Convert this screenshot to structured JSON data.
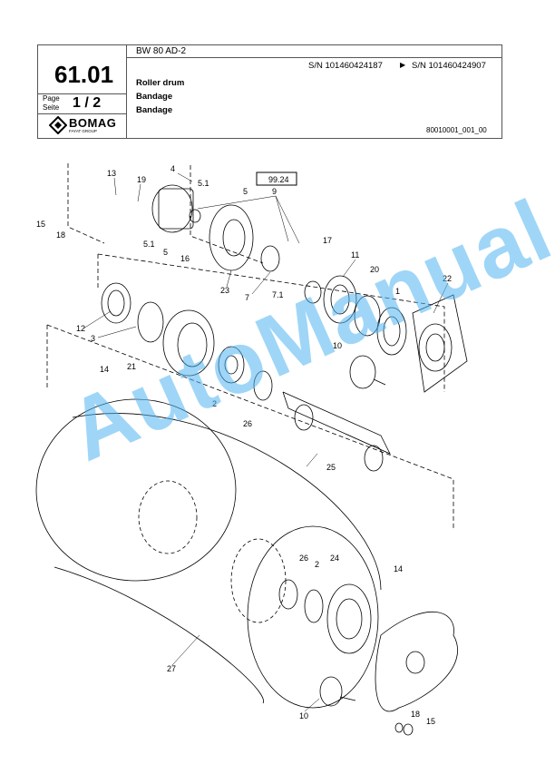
{
  "header": {
    "model": "BW 80 AD-2",
    "section_number": "61.01",
    "page_label_en": "Page",
    "page_label_de": "Seite",
    "page_value": "1  /  2",
    "serial_from": "S/N 101460424187",
    "serial_arrow": "▶",
    "serial_to": "S/N 101460424907",
    "title_en": "Roller drum",
    "title_de": "Bandage",
    "title_fr": "Bandage",
    "drawing_code": "80010001_001_00",
    "logo_text": "BOMAG",
    "logo_subtext": "FAYAT GROUP"
  },
  "drawing": {
    "reference_box": "99.24",
    "callouts": [
      "13",
      "19",
      "4",
      "5.1",
      "5",
      "15",
      "18",
      "5.1",
      "5",
      "16",
      "9",
      "17",
      "23",
      "7",
      "7.1",
      "11",
      "20",
      "22",
      "1",
      "12",
      "3",
      "10",
      "14",
      "21",
      "2",
      "26",
      "25",
      "26",
      "2",
      "24",
      "14",
      "27",
      "10",
      "18",
      "15"
    ]
  },
  "watermark": "AutoManual",
  "colors": {
    "line": "#000000",
    "watermark": "#50b4f0"
  }
}
